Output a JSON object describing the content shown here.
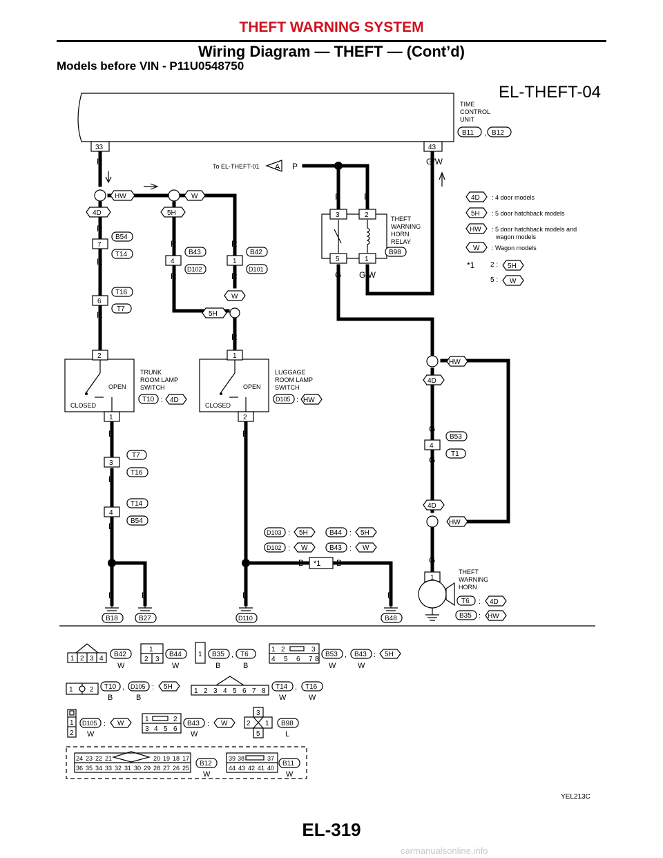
{
  "header": {
    "system_title": "THEFT WARNING SYSTEM",
    "subtitle": "Wiring Diagram — THEFT — (Cont’d)",
    "section": "Models before VIN - P11U0548750"
  },
  "footer": {
    "page": "EL-319",
    "site": "carmanualsonline.info"
  },
  "diagram": {
    "id": "EL-THEFT-04",
    "figure_code": "YEL213C",
    "tcu": {
      "l1": "TIME",
      "l2": "CONTROL",
      "l3": "UNIT",
      "conn1": "B11",
      "conn2": "B12",
      "sep": ","
    },
    "terminals": {
      "t33": "33",
      "t43": "43",
      "t7": "7",
      "t6": "6",
      "t4a": "4",
      "t1a": "1",
      "trunk_top": "2",
      "trunk_bot": "1",
      "lugg_top": "1",
      "lugg_bot": "2",
      "t3b": "3",
      "t4b": "4",
      "g4": "4",
      "horn1": "1",
      "relay3": "3",
      "relay2": "2",
      "relay5": "5",
      "relay1": "1"
    },
    "wires": {
      "R": "R",
      "GW": "G/W",
      "P": "P",
      "G": "G",
      "B": "B",
      "to_ref": "To EL-THEFT-01",
      "ref_letter": "A"
    },
    "tags": {
      "HW": "HW",
      "W": "W",
      "D4": "4D",
      "H5": "5H",
      "B54": "B54",
      "T14": "T14",
      "T16": "T16",
      "T7": "T7",
      "B43": "B43",
      "D102": "D102",
      "B42": "B42",
      "D101": "D101",
      "B98": "B98",
      "B53": "B53",
      "T1": "T1",
      "T10": "T10",
      "D105": "D105",
      "D103": "D103",
      "B44": "B44",
      "T6": "T6",
      "B35": "B35",
      "B18": "B18",
      "B27": "B27",
      "D110": "D110",
      "B48": "B48"
    },
    "relay": {
      "l1": "THEFT",
      "l2": "WARNING",
      "l3": "HORN",
      "l4": "RELAY"
    },
    "trunk": {
      "l1": "TRUNK",
      "l2": "ROOM LAMP",
      "l3": "SWITCH",
      "open": "OPEN",
      "closed": "CLOSED"
    },
    "luggage": {
      "l1": "LUGGAGE",
      "l2": "ROOM LAMP",
      "l3": "SWITCH",
      "open": "OPEN",
      "closed": "CLOSED"
    },
    "horn": {
      "l1": "THEFT",
      "l2": "WARNING",
      "l3": "HORN"
    },
    "legend": {
      "d4": ": 4 door models",
      "h5": ": 5 door hatchback models",
      "hw1": ": 5 door hatchback models and",
      "hw2": "wagon models",
      "w": ": Wagon models",
      "star": "*1",
      "s1": "2 :",
      "s2": "5 :"
    },
    "colon": ":",
    "connectors": {
      "c_b42": {
        "pins": [
          "1",
          "2",
          "3",
          "4"
        ],
        "id": "B42",
        "color": "W"
      },
      "c_b44": {
        "pins": [
          "1",
          "2",
          "3"
        ],
        "id": "B44",
        "color": "W"
      },
      "c_b35": {
        "pins": [
          "1"
        ],
        "id": "B35",
        "id2": "T6",
        "color": "B",
        "color2": "B"
      },
      "c_b53": {
        "pins": [
          "1",
          "2",
          "3",
          "4",
          "5",
          "6",
          "7",
          "8"
        ],
        "id": "B53",
        "id2": "B43",
        "tag": "5H",
        "color": "W",
        "color2": "W"
      },
      "c_t10": {
        "pins": [
          "1",
          "2"
        ],
        "id": "T10",
        "id2": "D105",
        "tag": "5H",
        "color": "B",
        "color2": "B"
      },
      "c_t14": {
        "pins": [
          "1",
          "2",
          "3",
          "4",
          "5",
          "6",
          "7",
          "8"
        ],
        "id": "T14",
        "id2": "T16",
        "color": "W",
        "color2": "W"
      },
      "c_d105": {
        "pins": [
          "1",
          "2"
        ],
        "id": "D105",
        "tag": "W",
        "color": "W"
      },
      "c_b43": {
        "pins": [
          "1",
          "2",
          "3",
          "4",
          "5",
          "6"
        ],
        "id": "B43",
        "tag": "W",
        "color": "W"
      },
      "c_b98": {
        "pins": [
          "3",
          "2",
          "1",
          "5"
        ],
        "id": "B98",
        "color": "L"
      },
      "c_b12": {
        "row1": [
          "24",
          "23",
          "22",
          "21",
          "20",
          "19",
          "18",
          "17"
        ],
        "row2": [
          "36",
          "35",
          "34",
          "33",
          "32",
          "31",
          "30",
          "29",
          "28",
          "27",
          "26",
          "25"
        ],
        "id": "B12",
        "color": "W"
      },
      "c_b11": {
        "row1": [
          "39",
          "38",
          "37"
        ],
        "row2": [
          "44",
          "43",
          "42",
          "41",
          "40"
        ],
        "id": "B11",
        "color": "W"
      }
    }
  }
}
